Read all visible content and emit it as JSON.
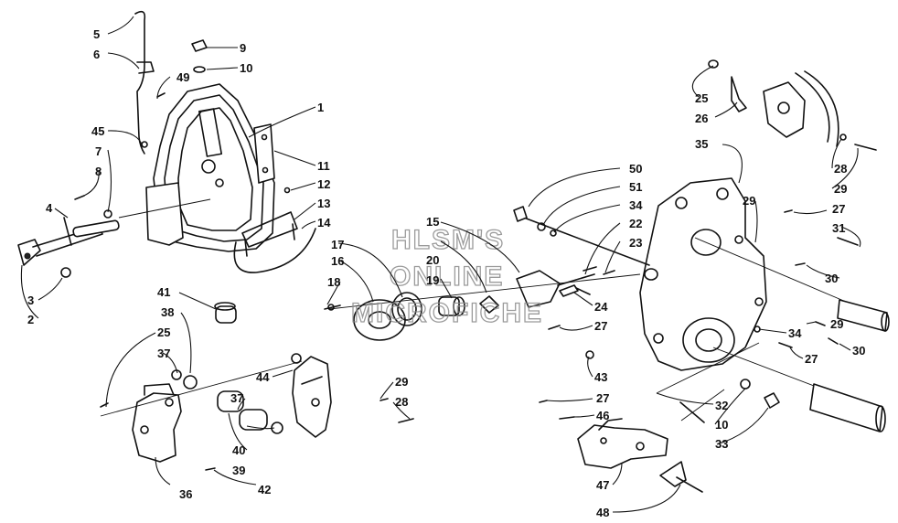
{
  "watermark": {
    "line1": "HLSM'S",
    "line2": "ONLINE",
    "line3": "MICROFICHE"
  },
  "callouts": [
    "5",
    "6",
    "9",
    "10",
    "49",
    "1",
    "45",
    "7",
    "8",
    "11",
    "12",
    "13",
    "4",
    "14",
    "3",
    "2",
    "41",
    "38",
    "25",
    "37",
    "44",
    "29",
    "28",
    "37",
    "40",
    "39",
    "36",
    "42",
    "15",
    "20",
    "19",
    "17",
    "16",
    "18",
    "24",
    "22",
    "23",
    "50",
    "51",
    "34",
    "27",
    "43",
    "25",
    "26",
    "35",
    "28",
    "29",
    "29",
    "27",
    "31",
    "30",
    "34",
    "29",
    "30",
    "27",
    "32",
    "10",
    "33",
    "27",
    "46",
    "47",
    "48"
  ]
}
